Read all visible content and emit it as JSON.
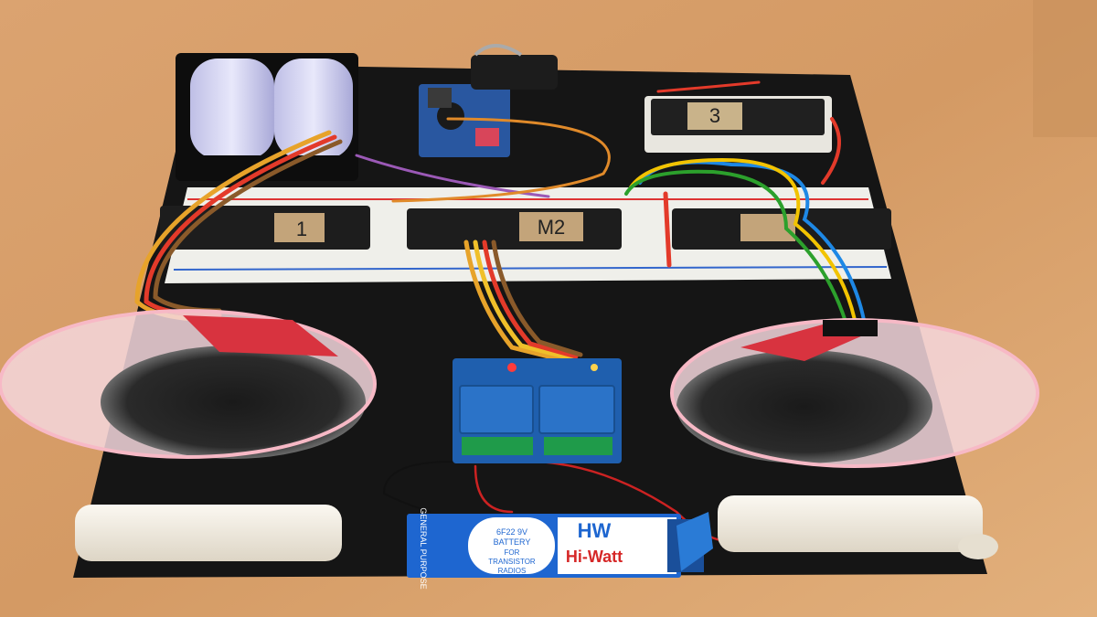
{
  "photo": {
    "board_labels": {
      "module_1": "1",
      "module_2": "M2",
      "module_3": "3"
    },
    "battery": {
      "brand": "HW",
      "name": "Hi-Watt",
      "type": "6F22 9V",
      "kind": "BATTERY",
      "line1": "FOR",
      "line2": "TRANSISTOR",
      "line3": "RADIOS",
      "side": "GENERAL PURPOSE"
    },
    "colors": {
      "table": "#d9a26d",
      "board": "#141414",
      "breadboard": "#efefea",
      "relay_board": "#1f5fae",
      "relay": "#2b73c8",
      "cup": "#f2c8d2",
      "battery_blue": "#1e66d0",
      "pump": "#f1ece1"
    }
  }
}
